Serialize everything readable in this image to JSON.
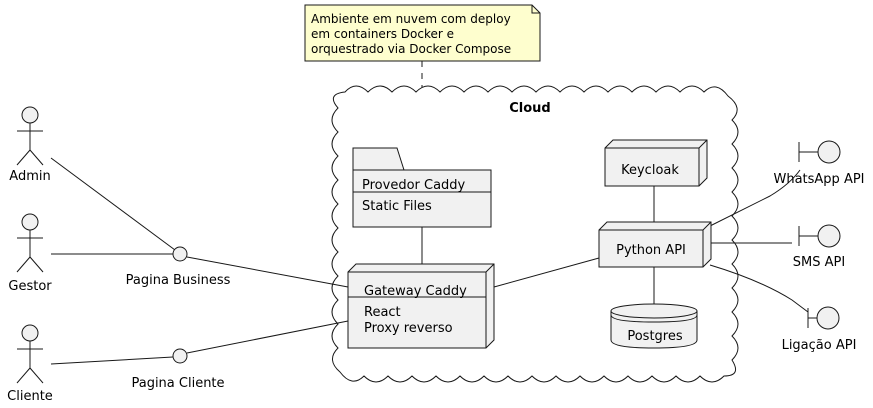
{
  "note": {
    "lines": [
      "Ambiente em nuvem com deploy",
      "em containers Docker e",
      "orquestrado via Docker Compose"
    ]
  },
  "cloud": {
    "title": "Cloud"
  },
  "actors": {
    "admin": "Admin",
    "gestor": "Gestor",
    "cliente": "Cliente"
  },
  "interfaces": {
    "business": "Pagina Business",
    "cliente": "Pagina Cliente"
  },
  "components": {
    "provedor": {
      "title": "Provedor Caddy",
      "body": "Static Files"
    },
    "gateway": {
      "title": "Gateway Caddy",
      "body_lines": [
        "React",
        "Proxy reverso"
      ]
    },
    "keycloak": "Keycloak",
    "python_api": "Python API",
    "postgres": "Postgres"
  },
  "boundaries": {
    "whatsapp": "WhatsApp API",
    "sms": "SMS API",
    "ligacao": "Ligação API"
  },
  "colors": {
    "fill": "#f1f1f1",
    "stroke": "#181818",
    "note_fill": "#fefece"
  }
}
